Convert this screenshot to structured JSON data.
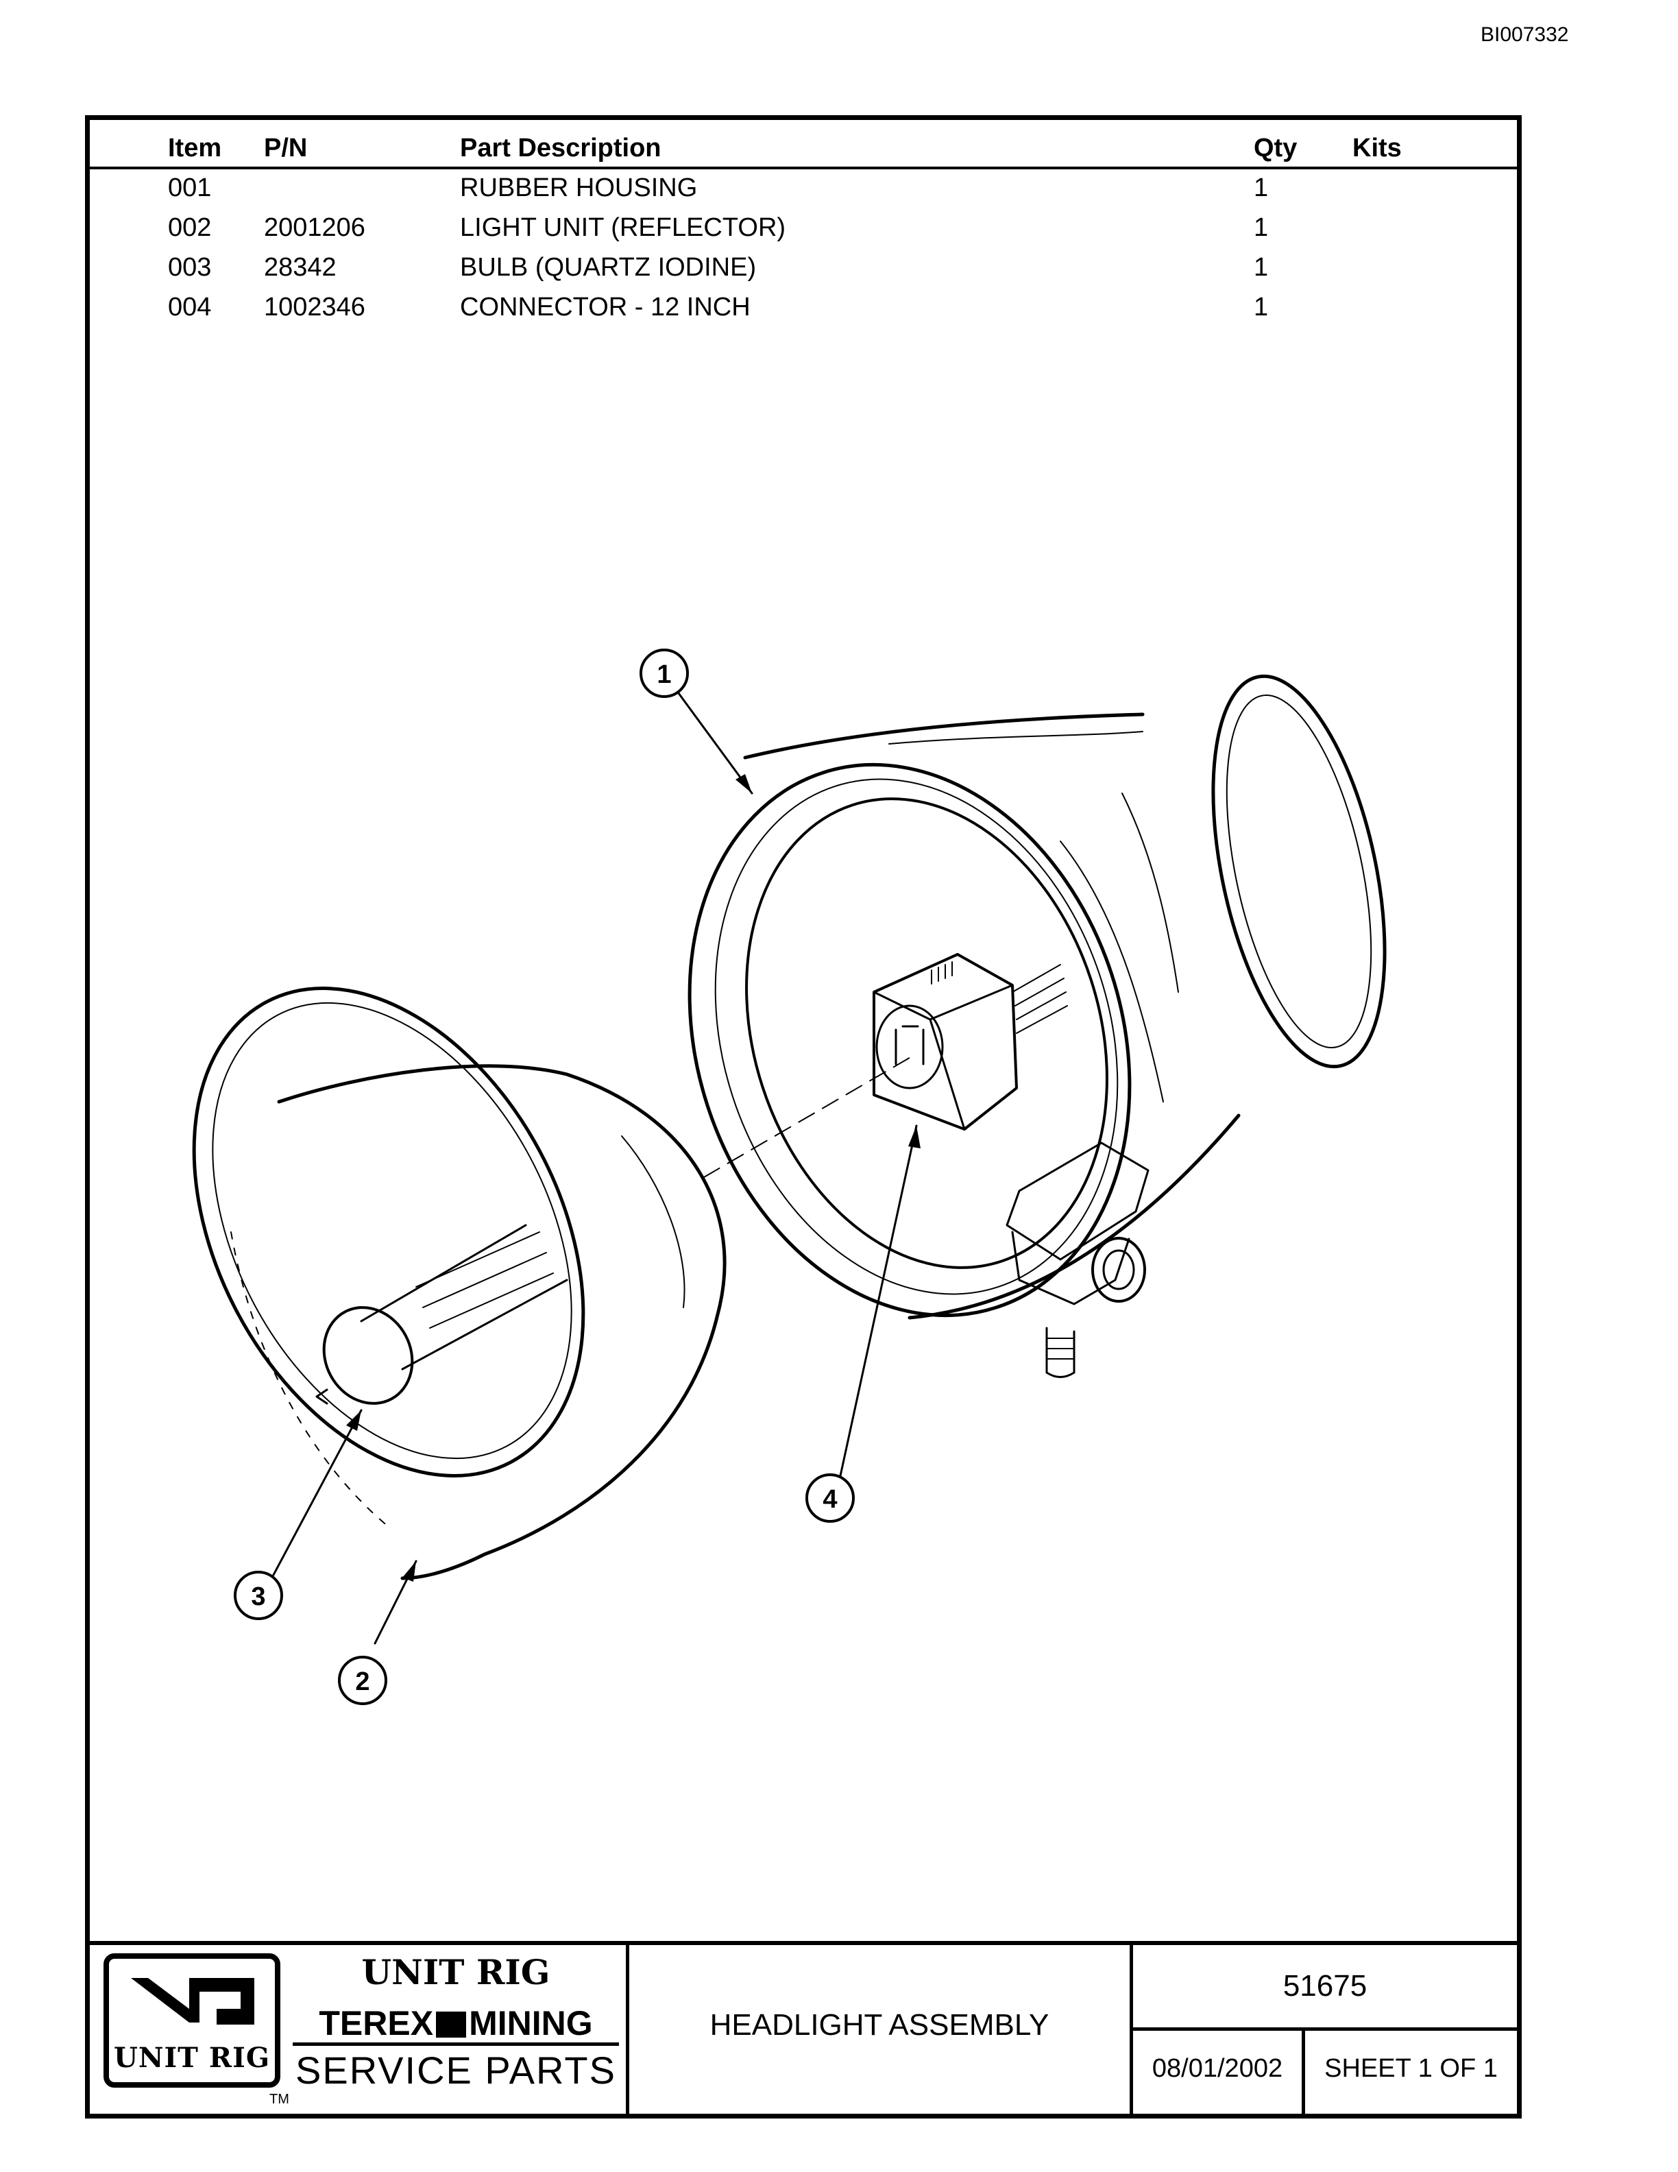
{
  "document_id": "BI007332",
  "parts_table": {
    "headers": {
      "item": "Item",
      "pn": "P/N",
      "description": "Part Description",
      "qty": "Qty",
      "kits": "Kits"
    },
    "rows": [
      {
        "item": "001",
        "pn": "",
        "description": "RUBBER HOUSING",
        "qty": "1",
        "kits": ""
      },
      {
        "item": "002",
        "pn": "2001206",
        "description": "LIGHT UNIT (REFLECTOR)",
        "qty": "1",
        "kits": ""
      },
      {
        "item": "003",
        "pn": "28342",
        "description": "BULB (QUARTZ IODINE)",
        "qty": "1",
        "kits": ""
      },
      {
        "item": "004",
        "pn": "1002346",
        "description": "CONNECTOR - 12 INCH",
        "qty": "1",
        "kits": ""
      }
    ]
  },
  "callouts": [
    "1",
    "2",
    "3",
    "4"
  ],
  "title_block": {
    "logo_text": "UNIT RIG",
    "brand_line_1": "UNIT RIG",
    "brand_line_2_left": "TEREX",
    "brand_line_2_right": "MINING",
    "brand_line_3": "SERVICE PARTS",
    "trademark": "TM",
    "title": "HEADLIGHT ASSEMBLY",
    "drawing_number": "51675",
    "date": "08/01/2002",
    "sheet": "SHEET 1 OF 1"
  }
}
